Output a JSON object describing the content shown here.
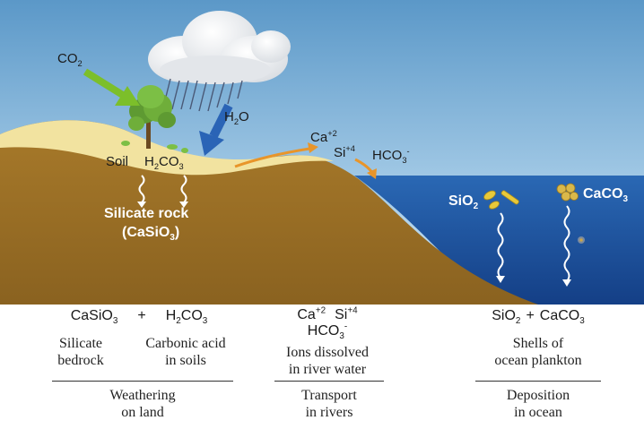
{
  "scene": {
    "co2": {
      "text": "CO",
      "sub": "2"
    },
    "h2o": {
      "text": "H",
      "sub": "2",
      "tail": "O"
    },
    "soil": "Soil",
    "h2co3": {
      "text": "H",
      "sub": "2",
      "mid": "CO",
      "sub2": "3"
    },
    "silicate_rock": "Silicate rock",
    "casio3": {
      "open": "(CaSiO",
      "sub": "3",
      "close": ")"
    },
    "ca_ion": {
      "text": "Ca",
      "sup": "+2"
    },
    "si_ion": {
      "text": "Si",
      "sup": "+4"
    },
    "hco3_ion": {
      "text": "HCO",
      "sub": "3",
      "sup": "-"
    },
    "sio2": {
      "text": "SiO",
      "sub": "2"
    },
    "caco3": {
      "text": "CaCO",
      "sub": "3"
    }
  },
  "table": {
    "weathering": {
      "casio3": {
        "text": "CaSiO",
        "sub": "3"
      },
      "plus": "+",
      "h2co3": {
        "text": "H",
        "sub": "2",
        "tail": "CO",
        "sub2": "3"
      },
      "silicate_line1": "Silicate",
      "silicate_line2": "bedrock",
      "carbonic_line1": "Carbonic acid",
      "carbonic_line2": "in soils",
      "process_line1": "Weathering",
      "process_line2": "on land"
    },
    "transport": {
      "ca": {
        "text": "Ca",
        "sup": "+2"
      },
      "si": {
        "text": "Si",
        "sup": "+4"
      },
      "hco3": {
        "text": "HCO",
        "sub": "3",
        "sup": "-"
      },
      "ions_line1": "Ions dissolved",
      "ions_line2": "in river water",
      "process_line1": "Transport",
      "process_line2": "in rivers"
    },
    "deposition": {
      "sio2": {
        "text": "SiO",
        "sub": "2"
      },
      "plus": "+",
      "caco3": {
        "text": "CaCO",
        "sub": "3"
      },
      "shells_line1": "Shells of",
      "shells_line2": "ocean plankton",
      "process_line1": "Deposition",
      "process_line2": "in ocean"
    }
  },
  "colors": {
    "sky_top": "#5b98c8",
    "sky_bottom": "#c5dff0",
    "land": "#9c7124",
    "soil": "#f2e3a0",
    "ocean": "#1d5aa8",
    "arrow_green": "#7cbf2a",
    "arrow_blue": "#2a64b6",
    "arrow_orange": "#e8952a",
    "shell_yellow": "#e8c93a"
  }
}
